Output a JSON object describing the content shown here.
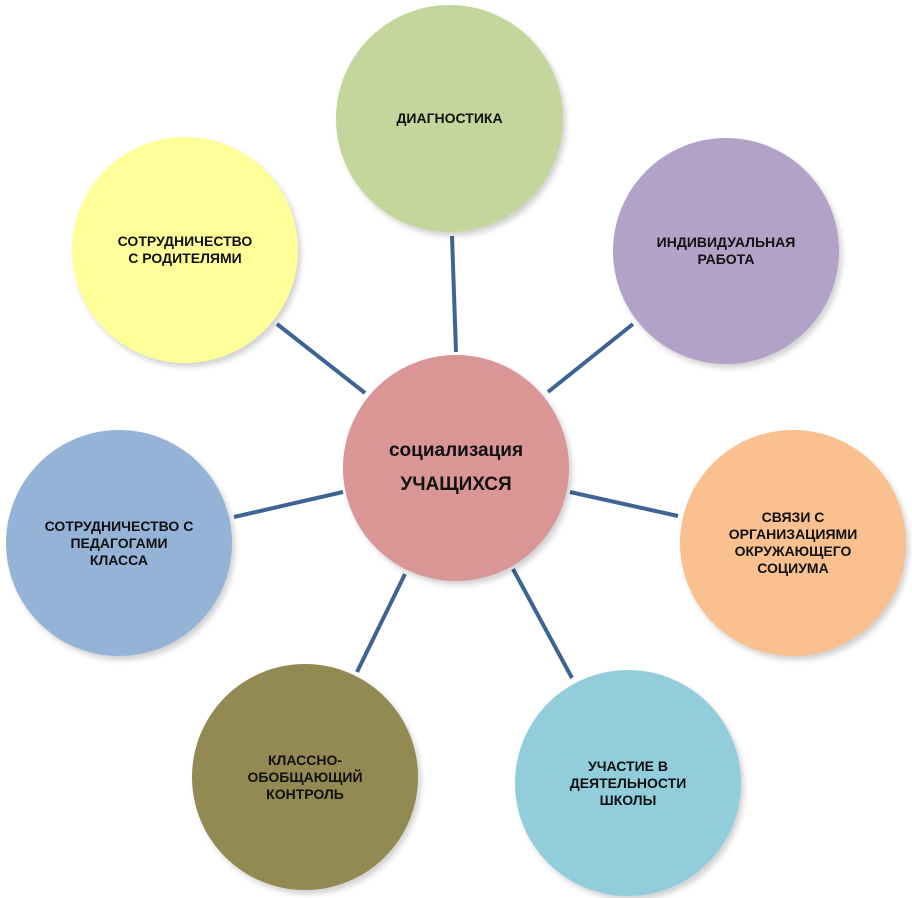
{
  "diagram": {
    "center": {
      "line1": "социализация",
      "line2": "УЧАЩИХСЯ",
      "color": "#d99694"
    },
    "nodes": [
      {
        "id": "diagnostics",
        "label": "ДИАГНОСТИКА",
        "color": "#c3d69b"
      },
      {
        "id": "individual",
        "label": "ИНДИВИДУАЛЬНАЯ\nРАБОТА",
        "color": "#b2a2c7"
      },
      {
        "id": "connections",
        "label": "СВЯЗИ С\nОРГАНИЗАЦИЯМИ\nОКРУЖАЮЩЕГО\nСОЦИУМА",
        "color": "#fac08f"
      },
      {
        "id": "participation",
        "label": "УЧАСТИЕ В\nДЕЯТЕЛЬНОСТИ\nШКОЛЫ",
        "color": "#92cddc"
      },
      {
        "id": "control",
        "label": "КЛАССНО-\nОБОБЩАЮЩИЙ\nКОНТРОЛЬ",
        "color": "#938953"
      },
      {
        "id": "teachers",
        "label": "СОТРУДНИЧЕСТВО С\nПЕДАГОГАМИ\nКЛАССА",
        "color": "#95b3d7"
      },
      {
        "id": "parents",
        "label": "СОТРУДНИЧЕСТВО\nС РОДИТЕЛЯМИ",
        "color": "#ffff99"
      }
    ],
    "connector_color": "#3e6494"
  }
}
